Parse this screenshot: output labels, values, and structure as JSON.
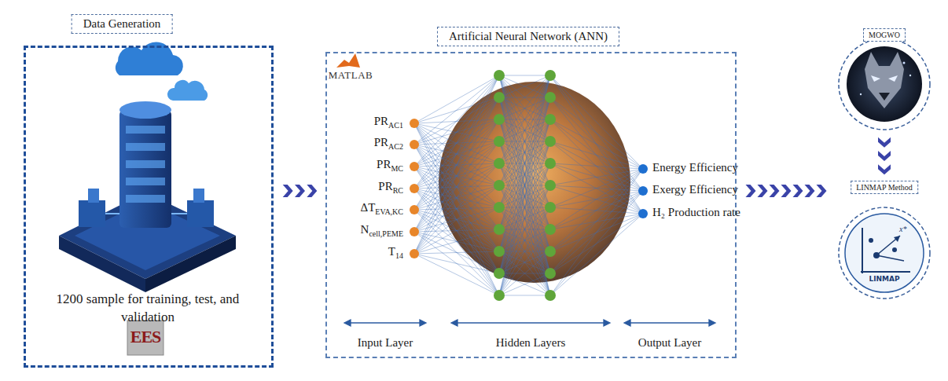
{
  "diagram": {
    "nodes": [
      {
        "text": [
          "Data Generation",
          "1200 sample for training, test, and validation"
        ]
      },
      {
        "text": [
          "Artificial Neural Network (ANN)"
        ]
      },
      {
        "text": [
          "MOGWO"
        ]
      },
      {
        "text": [
          "LINMAP Method"
        ]
      }
    ],
    "edges": [
      {
        "from": 0,
        "to": 1,
        "arrow": "to"
      },
      {
        "from": 1,
        "to": 2,
        "arrow": "to"
      },
      {
        "from": 2,
        "to": 3,
        "arrow": "to"
      }
    ],
    "labels": [
      "MATLAB",
      "PR",
      "AC1",
      "PR",
      "AC2",
      "PR",
      "MC",
      "PR",
      "RC",
      "ΔT",
      "EVA,KC",
      "N",
      "cell,PEME",
      "T",
      "14",
      "Energy Efficiency",
      "Exergy Efficiency",
      "H₂ Production rate",
      "Input Layer",
      "Hidden Layers",
      "Output Layer",
      "EES",
      "LINMAP",
      "x*"
    ]
  }
}
